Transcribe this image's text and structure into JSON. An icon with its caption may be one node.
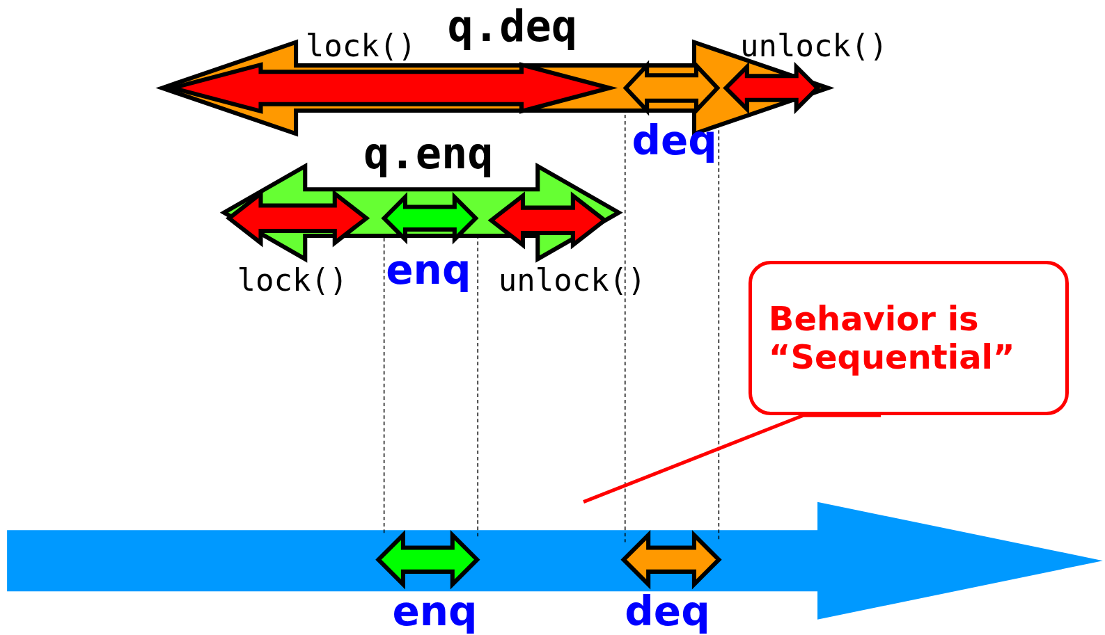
{
  "diagram": {
    "nodes": [
      {
        "text": [
          "Behavior is “Sequential”"
        ]
      },
      {
        "text": [],
        "shape": "arrow"
      }
    ],
    "edges": [
      {
        "from": 0,
        "to": 1,
        "arrow": "none"
      }
    ],
    "labels": [
      "q.deq",
      "lock()",
      "unlock()",
      "deq",
      "q.enq",
      "lock()",
      "enq",
      "unlock()",
      "enq",
      "deq"
    ]
  }
}
